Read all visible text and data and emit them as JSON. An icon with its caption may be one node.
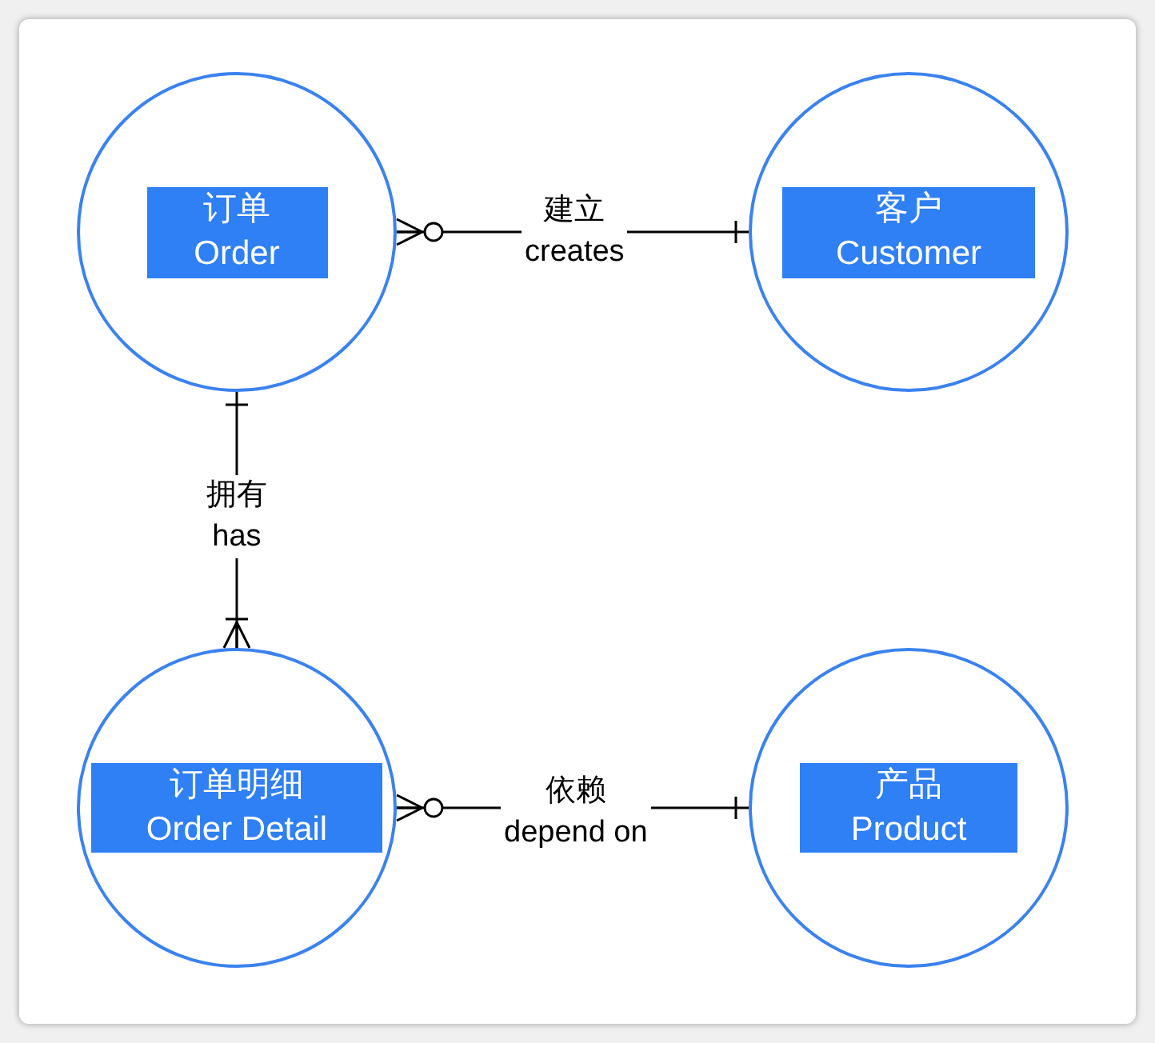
{
  "diagram": {
    "nodes": [
      {
        "text": [],
        "shape": "circle"
      },
      {
        "text": [
          "订单 Order"
        ],
        "in": 0
      },
      {
        "text": [],
        "shape": "circle"
      },
      {
        "text": [
          "客户 Customer"
        ],
        "in": 2
      },
      {
        "text": [],
        "shape": "circle"
      },
      {
        "text": [
          "订单明细 Order Detail"
        ],
        "in": 4
      },
      {
        "text": [],
        "shape": "circle"
      },
      {
        "text": [
          "产品 Product"
        ],
        "in": 6
      }
    ],
    "edges": [
      {
        "from": 0,
        "to": 2,
        "arrow": "other",
        "label": "建立 creates"
      },
      {
        "from": 0,
        "to": 4,
        "arrow": "other",
        "label": "拥有 has"
      },
      {
        "from": 4,
        "to": 6,
        "arrow": "other",
        "label": "依赖 depend on"
      }
    ]
  }
}
